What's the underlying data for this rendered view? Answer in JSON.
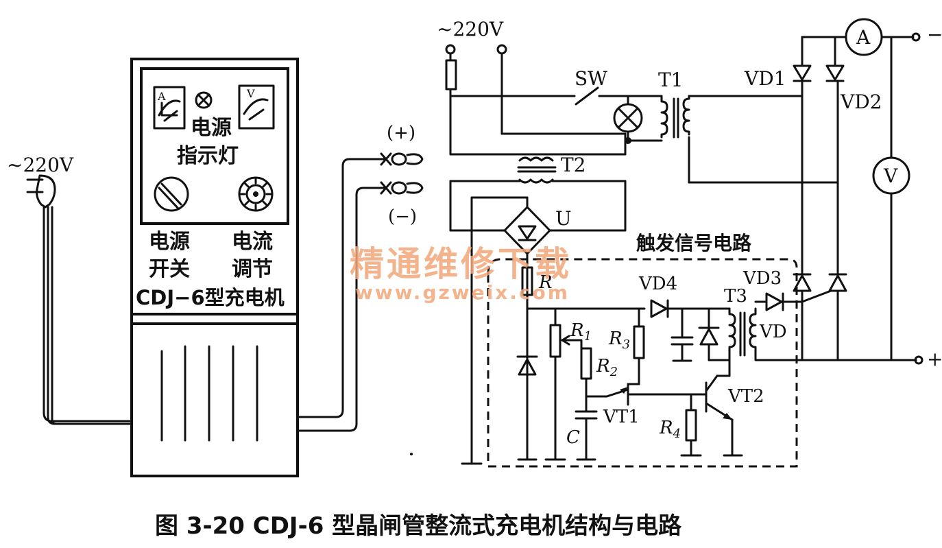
{
  "device": {
    "power_input": "~220V",
    "ammeter_glyph": "A",
    "voltmeter_glyph": "V",
    "indicator_label_1": "电源",
    "indicator_label_2": "指示灯",
    "switch_label_1": "电源",
    "switch_label_2": "开关",
    "adjust_label_1": "电流",
    "adjust_label_2": "调节",
    "model": "CDJ−6型充电机",
    "plus_terminal": "(+)",
    "minus_terminal": "(−)"
  },
  "circuit": {
    "mains": "~220V",
    "sw": "SW",
    "t1": "T1",
    "t2": "T2",
    "t3": "T3",
    "bridge": "U",
    "vd1": "VD1",
    "vd2": "VD2",
    "vd3": "VD3",
    "vd4": "VD4",
    "vd": "VD",
    "ammeter": "A",
    "voltmeter": "V",
    "out_minus": "−",
    "out_plus": "+",
    "trigger": "触发信号电路",
    "r": "R",
    "r1": "R",
    "r1_sub": "1",
    "r2": "R",
    "r2_sub": "2",
    "r3": "R",
    "r3_sub": "3",
    "r4": "R",
    "r4_sub": "4",
    "c": "C",
    "vt1": "VT1",
    "vt2": "VT2"
  },
  "watermark": {
    "name": "精通维修下载",
    "url": "www.gzweix.com"
  },
  "caption": "图 3-20    CDJ-6 型晶闸管整流式充电机结构与电路",
  "colors": {
    "ink": "#111111",
    "watermark": "#f2a77a",
    "background": "#ffffff"
  }
}
